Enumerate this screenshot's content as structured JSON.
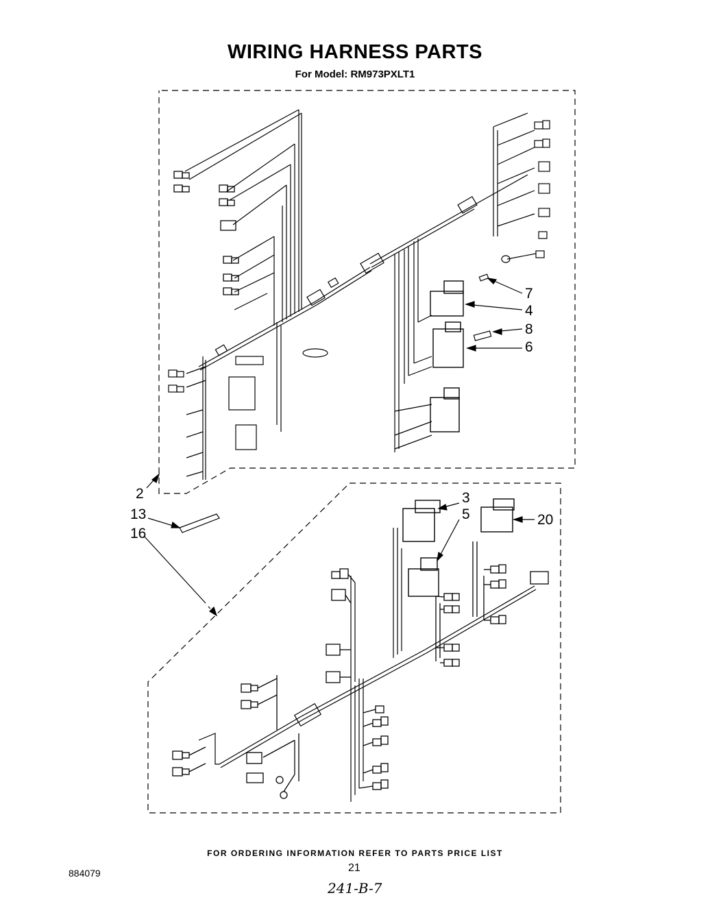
{
  "page": {
    "title": "WIRING HARNESS PARTS",
    "subtitle": "For Model: RM973PXLT1",
    "footer_note": "FOR ORDERING INFORMATION REFER TO PARTS PRICE LIST",
    "page_number": "21",
    "document_number": "884079",
    "handwritten_note": "241-B-7"
  },
  "callouts": [
    {
      "id": "c7",
      "label": "7"
    },
    {
      "id": "c4",
      "label": "4"
    },
    {
      "id": "c8",
      "label": "8"
    },
    {
      "id": "c6",
      "label": "6"
    },
    {
      "id": "c2",
      "label": "2"
    },
    {
      "id": "c13",
      "label": "13"
    },
    {
      "id": "c16",
      "label": "16"
    },
    {
      "id": "c3",
      "label": "3"
    },
    {
      "id": "c5",
      "label": "5"
    },
    {
      "id": "c20",
      "label": "20"
    }
  ],
  "colors": {
    "ink": "#000000",
    "paper": "#ffffff"
  }
}
